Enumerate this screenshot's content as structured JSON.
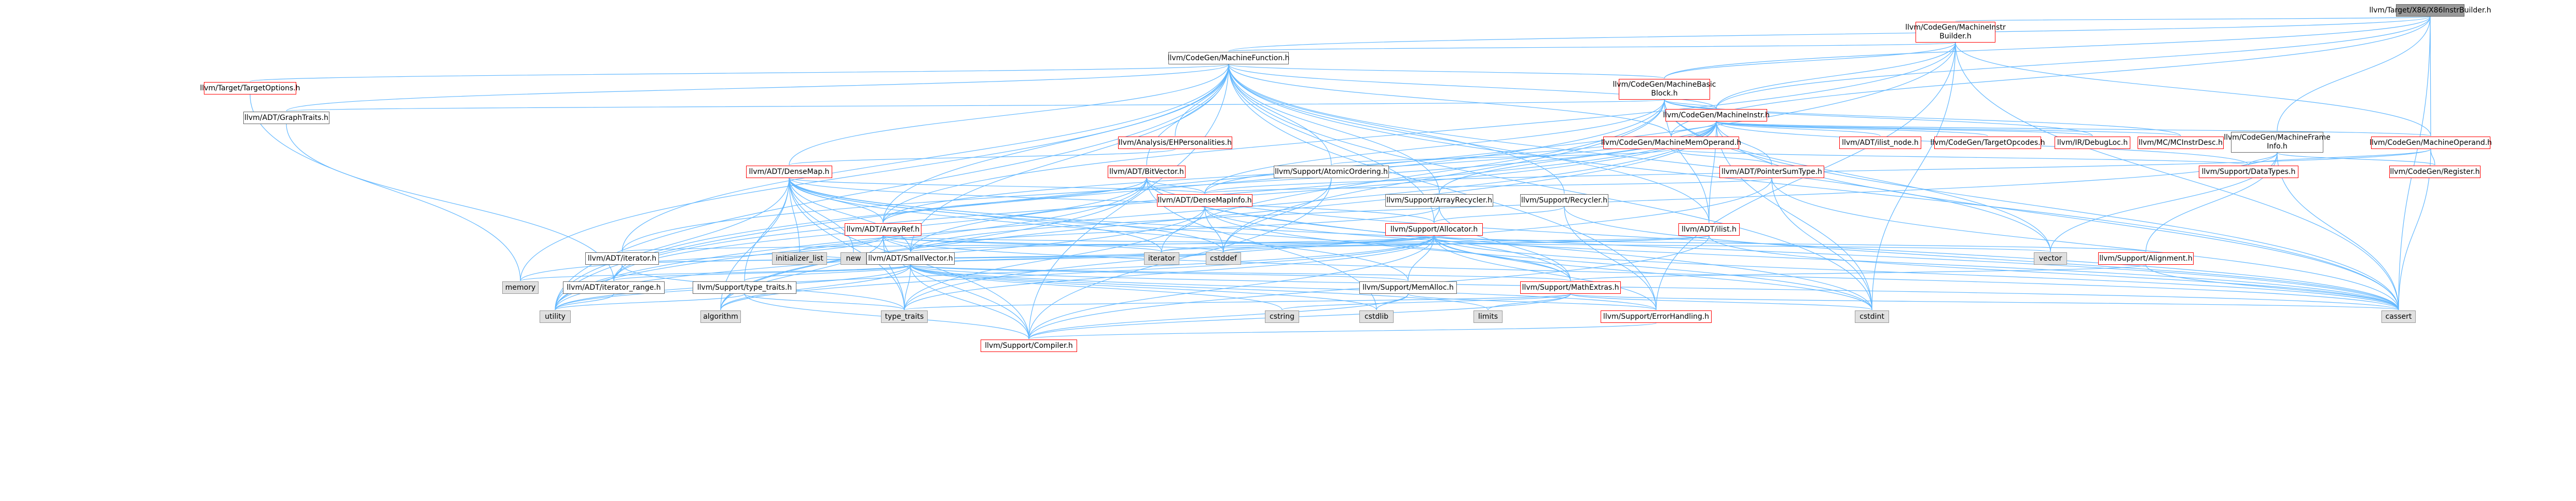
{
  "colors": {
    "edge": "#63b8ff",
    "edge_alt": "#ff9966",
    "root_fill": "#999999",
    "box_border": "#666666",
    "red_border": "#ff0000",
    "system_fill": "#e0e0e0"
  },
  "nodes": [
    {
      "id": "root",
      "label": "llvm/Target/X86/X86InstrBuilder.h",
      "style": "root"
    },
    {
      "id": "mib",
      "label": "llvm/CodeGen/MachineInstr\nBuilder.h",
      "style": "red"
    },
    {
      "id": "mf",
      "label": "llvm/CodeGen/MachineFunction.h",
      "style": "plain"
    },
    {
      "id": "mbb",
      "label": "llvm/CodeGen/MachineBasic\nBlock.h",
      "style": "red"
    },
    {
      "id": "mi",
      "label": "llvm/CodeGen/MachineInstr.h",
      "style": "red"
    },
    {
      "id": "tto",
      "label": "llvm/Target/TargetOptions.h",
      "style": "red"
    },
    {
      "id": "graphtraits",
      "label": "llvm/ADT/GraphTraits.h",
      "style": "plain"
    },
    {
      "id": "ehp",
      "label": "llvm/Analysis/EHPersonalities.h",
      "style": "red"
    },
    {
      "id": "densemap",
      "label": "llvm/ADT/DenseMap.h",
      "style": "red"
    },
    {
      "id": "bitvector",
      "label": "llvm/ADT/BitVector.h",
      "style": "red"
    },
    {
      "id": "atomicord",
      "label": "llvm/Support/AtomicOrdering.h",
      "style": "plain"
    },
    {
      "id": "mmo",
      "label": "llvm/CodeGen/MachineMemOperand.h",
      "style": "red"
    },
    {
      "id": "ilistnode",
      "label": "llvm/ADT/ilist_node.h",
      "style": "red"
    },
    {
      "id": "tgtopc",
      "label": "llvm/CodeGen/TargetOpcodes.h",
      "style": "red"
    },
    {
      "id": "debugloc",
      "label": "llvm/IR/DebugLoc.h",
      "style": "red"
    },
    {
      "id": "mcinstrdesc",
      "label": "llvm/MC/MCInstrDesc.h",
      "style": "red"
    },
    {
      "id": "mfi",
      "label": "llvm/CodeGen/MachineFrame\nInfo.h",
      "style": "plain"
    },
    {
      "id": "mop",
      "label": "llvm/CodeGen/MachineOperand.h",
      "style": "red"
    },
    {
      "id": "pst",
      "label": "llvm/ADT/PointerSumType.h",
      "style": "red"
    },
    {
      "id": "datatypes",
      "label": "llvm/Support/DataTypes.h",
      "style": "red"
    },
    {
      "id": "register",
      "label": "llvm/CodeGen/Register.h",
      "style": "red"
    },
    {
      "id": "arrayrecycler",
      "label": "llvm/Support/ArrayRecycler.h",
      "style": "plain"
    },
    {
      "id": "recycler",
      "label": "llvm/Support/Recycler.h",
      "style": "plain"
    },
    {
      "id": "densemapinfo",
      "label": "llvm/ADT/DenseMapInfo.h",
      "style": "red"
    },
    {
      "id": "arrayref",
      "label": "llvm/ADT/ArrayRef.h",
      "style": "red"
    },
    {
      "id": "allocator",
      "label": "llvm/Support/Allocator.h",
      "style": "red"
    },
    {
      "id": "ilist",
      "label": "llvm/ADT/ilist.h",
      "style": "red"
    },
    {
      "id": "iterator",
      "label": "llvm/ADT/iterator.h",
      "style": "plain"
    },
    {
      "id": "smallvector",
      "label": "llvm/ADT/SmallVector.h",
      "style": "plain"
    },
    {
      "id": "vector",
      "label": "vector",
      "style": "gray"
    },
    {
      "id": "alignment",
      "label": "llvm/Support/Alignment.h",
      "style": "red"
    },
    {
      "id": "memory",
      "label": "memory",
      "style": "gray"
    },
    {
      "id": "iterrange",
      "label": "llvm/ADT/iterator_range.h",
      "style": "plain"
    },
    {
      "id": "typetraitsh",
      "label": "llvm/Support/type_traits.h",
      "style": "plain"
    },
    {
      "id": "initlist",
      "label": "initializer_list",
      "style": "gray"
    },
    {
      "id": "new",
      "label": "new",
      "style": "gray"
    },
    {
      "id": "iteratorstd",
      "label": "iterator",
      "style": "gray"
    },
    {
      "id": "cstddef",
      "label": "cstddef",
      "style": "gray"
    },
    {
      "id": "memalloc",
      "label": "llvm/Support/MemAlloc.h",
      "style": "plain"
    },
    {
      "id": "mathextras",
      "label": "llvm/Support/MathExtras.h",
      "style": "red"
    },
    {
      "id": "utility",
      "label": "utility",
      "style": "gray"
    },
    {
      "id": "algorithm",
      "label": "algorithm",
      "style": "gray"
    },
    {
      "id": "typetraits",
      "label": "type_traits",
      "style": "gray"
    },
    {
      "id": "cstring",
      "label": "cstring",
      "style": "gray"
    },
    {
      "id": "cstdlib",
      "label": "cstdlib",
      "style": "gray"
    },
    {
      "id": "limits",
      "label": "limits",
      "style": "gray"
    },
    {
      "id": "errhandling",
      "label": "llvm/Support/ErrorHandling.h",
      "style": "red"
    },
    {
      "id": "cstdint",
      "label": "cstdint",
      "style": "gray"
    },
    {
      "id": "cassert",
      "label": "cassert",
      "style": "gray"
    },
    {
      "id": "compiler",
      "label": "llvm/Support/Compiler.h",
      "style": "red"
    }
  ],
  "edges": [
    [
      "root",
      "mib"
    ],
    [
      "root",
      "mf"
    ],
    [
      "root",
      "mbb"
    ],
    [
      "root",
      "mi"
    ],
    [
      "root",
      "mmo"
    ],
    [
      "root",
      "mop"
    ],
    [
      "root",
      "mfi"
    ],
    [
      "root",
      "cassert"
    ],
    [
      "mib",
      "mf"
    ],
    [
      "mib",
      "mbb"
    ],
    [
      "mib",
      "mi"
    ],
    [
      "mib",
      "mop"
    ],
    [
      "mib",
      "errhandling"
    ],
    [
      "mib",
      "cstdint"
    ],
    [
      "mib",
      "cassert"
    ],
    [
      "mib",
      "utility"
    ],
    [
      "mib",
      "arrayref"
    ],
    [
      "mf",
      "mbb"
    ],
    [
      "mf",
      "mi"
    ],
    [
      "mf",
      "tto"
    ],
    [
      "mf",
      "graphtraits"
    ],
    [
      "mf",
      "ehp"
    ],
    [
      "mf",
      "densemap"
    ],
    [
      "mf",
      "bitvector"
    ],
    [
      "mf",
      "atomicord"
    ],
    [
      "mf",
      "mmo"
    ],
    [
      "mf",
      "arrayrecycler"
    ],
    [
      "mf",
      "recycler"
    ],
    [
      "mf",
      "allocator"
    ],
    [
      "mf",
      "ilist"
    ],
    [
      "mf",
      "iterator"
    ],
    [
      "mf",
      "smallvector"
    ],
    [
      "mf",
      "arrayref"
    ],
    [
      "mf",
      "cassert"
    ],
    [
      "mf",
      "cstdint"
    ],
    [
      "mf",
      "memory"
    ],
    [
      "mf",
      "utility"
    ],
    [
      "mf",
      "vector"
    ],
    [
      "mf",
      "compiler"
    ],
    [
      "mf",
      "errhandling"
    ],
    [
      "mbb",
      "mi"
    ],
    [
      "mbb",
      "graphtraits"
    ],
    [
      "mbb",
      "densemapinfo"
    ],
    [
      "mbb",
      "ilist"
    ],
    [
      "mbb",
      "iterrange"
    ],
    [
      "mbb",
      "debugloc"
    ],
    [
      "mbb",
      "mcinstrdesc"
    ],
    [
      "mbb",
      "cassert"
    ],
    [
      "mbb",
      "cstddef"
    ],
    [
      "mbb",
      "iteratorstd"
    ],
    [
      "mbb",
      "vector"
    ],
    [
      "mi",
      "ilistnode"
    ],
    [
      "mi",
      "tgtopc"
    ],
    [
      "mi",
      "debugloc"
    ],
    [
      "mi",
      "mcinstrdesc"
    ],
    [
      "mi",
      "mop"
    ],
    [
      "mi",
      "mmo"
    ],
    [
      "mi",
      "pst"
    ],
    [
      "mi",
      "densemapinfo"
    ],
    [
      "mi",
      "arrayrecycler"
    ],
    [
      "mi",
      "iterrange"
    ],
    [
      "mi",
      "arrayref"
    ],
    [
      "mi",
      "ilist"
    ],
    [
      "mi",
      "algorithm"
    ],
    [
      "mi",
      "cassert"
    ],
    [
      "mi",
      "cstdint"
    ],
    [
      "mi",
      "utility"
    ],
    [
      "mi",
      "smallvector"
    ],
    [
      "mi",
      "iterator"
    ],
    [
      "mi",
      "datatypes"
    ],
    [
      "tto",
      "memory"
    ],
    [
      "graphtraits",
      "iterrange"
    ],
    [
      "ehp",
      "densemap"
    ],
    [
      "densemap",
      "densemapinfo"
    ],
    [
      "densemap",
      "allocator"
    ],
    [
      "densemap",
      "mathextras"
    ],
    [
      "densemap",
      "memalloc"
    ],
    [
      "densemap",
      "typetraitsh"
    ],
    [
      "densemap",
      "algorithm"
    ],
    [
      "densemap",
      "cassert"
    ],
    [
      "densemap",
      "cstddef"
    ],
    [
      "densemap",
      "initlist"
    ],
    [
      "densemap",
      "iteratorstd"
    ],
    [
      "densemap",
      "new"
    ],
    [
      "densemap",
      "typetraits"
    ],
    [
      "densemap",
      "utility"
    ],
    [
      "densemap",
      "compiler"
    ],
    [
      "densemap",
      "smallvector"
    ],
    [
      "densemap",
      "arrayref"
    ],
    [
      "bitvector",
      "arrayref"
    ],
    [
      "bitvector",
      "densemapinfo"
    ],
    [
      "bitvector",
      "iterrange"
    ],
    [
      "bitvector",
      "mathextras"
    ],
    [
      "bitvector",
      "algorithm"
    ],
    [
      "bitvector",
      "cassert"
    ],
    [
      "bitvector",
      "climits"
    ],
    [
      "bitvector",
      "cstdint"
    ],
    [
      "bitvector",
      "cstdlib"
    ],
    [
      "bitvector",
      "utility"
    ],
    [
      "atomicord",
      "cstddef"
    ],
    [
      "atomicord",
      "compiler"
    ],
    [
      "mmo",
      "atomicord"
    ],
    [
      "mmo",
      "datatypes"
    ],
    [
      "mmo",
      "pst"
    ],
    [
      "mfi",
      "smallvector"
    ],
    [
      "mfi",
      "alignment"
    ],
    [
      "mfi",
      "datatypes"
    ],
    [
      "mfi",
      "register"
    ],
    [
      "mfi",
      "cassert"
    ],
    [
      "mfi",
      "vector"
    ],
    [
      "mop",
      "register"
    ],
    [
      "mop",
      "datatypes"
    ],
    [
      "mop",
      "cassert"
    ],
    [
      "mop",
      "densemapinfo"
    ],
    [
      "pst",
      "densemapinfo"
    ],
    [
      "pst",
      "cassert"
    ],
    [
      "pst",
      "cstdint"
    ],
    [
      "pst",
      "typetraits"
    ],
    [
      "arrayrecycler",
      "smallvector"
    ],
    [
      "arrayrecycler",
      "allocator"
    ],
    [
      "arrayrecycler",
      "mathextras"
    ],
    [
      "recycler",
      "allocator"
    ],
    [
      "recycler",
      "errhandling"
    ],
    [
      "recycler",
      "cassert"
    ],
    [
      "densemapinfo",
      "cassert"
    ],
    [
      "densemapinfo",
      "cstddef"
    ],
    [
      "densemapinfo",
      "cstdint"
    ],
    [
      "densemapinfo",
      "utility"
    ],
    [
      "densemapinfo",
      "typetraits"
    ],
    [
      "arrayref",
      "smallvector"
    ],
    [
      "arrayref",
      "compiler"
    ],
    [
      "arrayref",
      "algorithm"
    ],
    [
      "arrayref",
      "cassert"
    ],
    [
      "arrayref",
      "cstddef"
    ],
    [
      "arrayref",
      "initlist"
    ],
    [
      "arrayref",
      "iteratorstd"
    ],
    [
      "arrayref",
      "memory"
    ],
    [
      "arrayref",
      "typetraits"
    ],
    [
      "arrayref",
      "vector"
    ],
    [
      "allocator",
      "smallvector"
    ],
    [
      "allocator",
      "alignment"
    ],
    [
      "allocator",
      "compiler"
    ],
    [
      "allocator",
      "mathextras"
    ],
    [
      "allocator",
      "memalloc"
    ],
    [
      "allocator",
      "algorithm"
    ],
    [
      "allocator",
      "cassert"
    ],
    [
      "allocator",
      "cstddef"
    ],
    [
      "allocator",
      "cstdint"
    ],
    [
      "allocator",
      "iteratorstd"
    ],
    [
      "allocator",
      "typetraits"
    ],
    [
      "allocator",
      "utility"
    ],
    [
      "allocator",
      "errhandling"
    ],
    [
      "ilist",
      "iterator"
    ],
    [
      "ilist",
      "compiler"
    ],
    [
      "ilist",
      "cassert"
    ],
    [
      "ilist",
      "cstddef"
    ],
    [
      "ilist",
      "iteratorstd"
    ],
    [
      "iterator",
      "iterrange"
    ],
    [
      "iterator",
      "cstddef"
    ],
    [
      "iterator",
      "iteratorstd"
    ],
    [
      "iterator",
      "typetraits"
    ],
    [
      "iterator",
      "utility"
    ],
    [
      "smallvector",
      "compiler"
    ],
    [
      "smallvector",
      "typetraitsh"
    ],
    [
      "smallvector",
      "algorithm"
    ],
    [
      "smallvector",
      "cassert"
    ],
    [
      "smallvector",
      "cstddef"
    ],
    [
      "smallvector",
      "cstdlib"
    ],
    [
      "smallvector",
      "cstring"
    ],
    [
      "smallvector",
      "functional"
    ],
    [
      "smallvector",
      "initlist"
    ],
    [
      "smallvector",
      "iteratorstd"
    ],
    [
      "smallvector",
      "limits"
    ],
    [
      "smallvector",
      "memory"
    ],
    [
      "smallvector",
      "new"
    ],
    [
      "smallvector",
      "typetraits"
    ],
    [
      "smallvector",
      "utility"
    ],
    [
      "smallvector",
      "memalloc"
    ],
    [
      "smallvector",
      "errhandling"
    ],
    [
      "smallvector",
      "mathextras"
    ],
    [
      "smallvector",
      "iterrange"
    ],
    [
      "alignment",
      "mathextras"
    ],
    [
      "alignment",
      "cassert"
    ],
    [
      "iterrange",
      "utility"
    ],
    [
      "typetraitsh",
      "typetraits"
    ],
    [
      "typetraitsh",
      "utility"
    ],
    [
      "typetraitsh",
      "compiler"
    ],
    [
      "memalloc",
      "compiler"
    ],
    [
      "memalloc",
      "errhandling"
    ],
    [
      "memalloc",
      "cstdlib"
    ],
    [
      "mathextras",
      "compiler"
    ],
    [
      "mathextras",
      "cassert"
    ],
    [
      "mathextras",
      "climits"
    ],
    [
      "mathextras",
      "cstdint"
    ],
    [
      "mathextras",
      "cstring"
    ],
    [
      "mathextras",
      "limits"
    ],
    [
      "mathextras",
      "typetraits"
    ],
    [
      "errhandling",
      "compiler"
    ]
  ]
}
